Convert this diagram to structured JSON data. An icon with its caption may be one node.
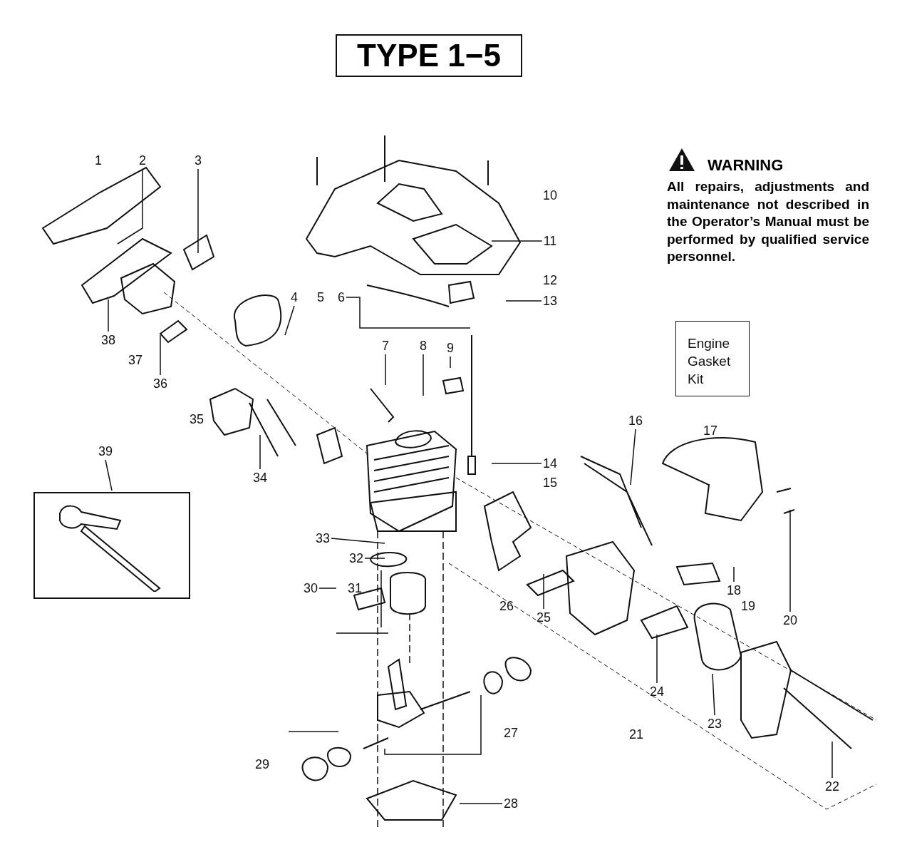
{
  "diagram": {
    "title": "TYPE 1−5",
    "nodes": [
      {
        "text": [
          "2"
        ]
      },
      {
        "text": [
          "3"
        ]
      },
      {
        "text": [
          "4"
        ]
      },
      {
        "text": [
          "6"
        ]
      },
      {
        "text": [
          "7"
        ]
      },
      {
        "text": [
          "8"
        ]
      },
      {
        "text": [
          "9"
        ]
      },
      {
        "text": [
          "11"
        ]
      },
      {
        "text": [
          "13"
        ]
      },
      {
        "text": [
          "14"
        ]
      },
      {
        "text": [
          "16"
        ]
      },
      {
        "text": [
          "18"
        ]
      },
      {
        "text": [
          "20"
        ]
      },
      {
        "text": [
          "22"
        ]
      },
      {
        "text": [
          "23"
        ]
      },
      {
        "text": [
          "24"
        ]
      },
      {
        "text": [
          "25"
        ]
      },
      {
        "text": [
          "28"
        ]
      },
      {
        "text": [
          "30"
        ]
      },
      {
        "text": [
          "32"
        ]
      },
      {
        "text": [
          "33"
        ]
      },
      {
        "text": [
          "34"
        ]
      },
      {
        "text": [
          "36"
        ]
      },
      {
        "text": [
          "38"
        ]
      },
      {
        "text": [
          "39"
        ]
      },
      {
        "text": [],
        "shape": "picture"
      },
      {
        "text": [
          "Engine Gasket Kit"
        ]
      }
    ],
    "edges": [
      {
        "from": 0,
        "to": null,
        "arrow": "none"
      },
      {
        "from": 1,
        "to": null,
        "arrow": "none"
      },
      {
        "from": 2,
        "to": null,
        "arrow": "none"
      },
      {
        "from": 3,
        "to": null,
        "arrow": "none"
      },
      {
        "from": 4,
        "to": null,
        "arrow": "none"
      },
      {
        "from": 5,
        "to": null,
        "arrow": "none"
      },
      {
        "from": 6,
        "to": null,
        "arrow": "none"
      },
      {
        "from": 7,
        "to": null,
        "arrow": "none"
      },
      {
        "from": 8,
        "to": null,
        "arrow": "none"
      },
      {
        "from": 9,
        "to": null,
        "arrow": "none"
      },
      {
        "from": 10,
        "to": null,
        "arrow": "none"
      },
      {
        "from": 11,
        "to": null,
        "arrow": "none"
      },
      {
        "from": 12,
        "to": null,
        "arrow": "none"
      },
      {
        "from": 13,
        "to": null,
        "arrow": "none"
      },
      {
        "from": 14,
        "to": null,
        "arrow": "none"
      },
      {
        "from": 15,
        "to": null,
        "arrow": "none"
      },
      {
        "from": 16,
        "to": null,
        "arrow": "none"
      },
      {
        "from": 17,
        "to": null,
        "arrow": "none"
      },
      {
        "from": 18,
        "to": null,
        "arrow": "none"
      },
      {
        "from": 19,
        "to": null,
        "arrow": "none"
      },
      {
        "from": 20,
        "to": null,
        "arrow": "none"
      },
      {
        "from": 21,
        "to": null,
        "arrow": "none"
      },
      {
        "from": 22,
        "to": null,
        "arrow": "none"
      },
      {
        "from": 23,
        "to": null,
        "arrow": "none"
      },
      {
        "from": 24,
        "to": 25,
        "arrow": "none"
      }
    ],
    "labels": [
      "1",
      "5",
      "10",
      "12",
      "15",
      "17",
      "19",
      "21",
      "26",
      "27",
      "29",
      "31",
      "35",
      "37",
      "WARNING",
      "All repairs, adjustments and maintenance not described in the Operator’s Manual must be performed by qualified service personnel."
    ]
  }
}
